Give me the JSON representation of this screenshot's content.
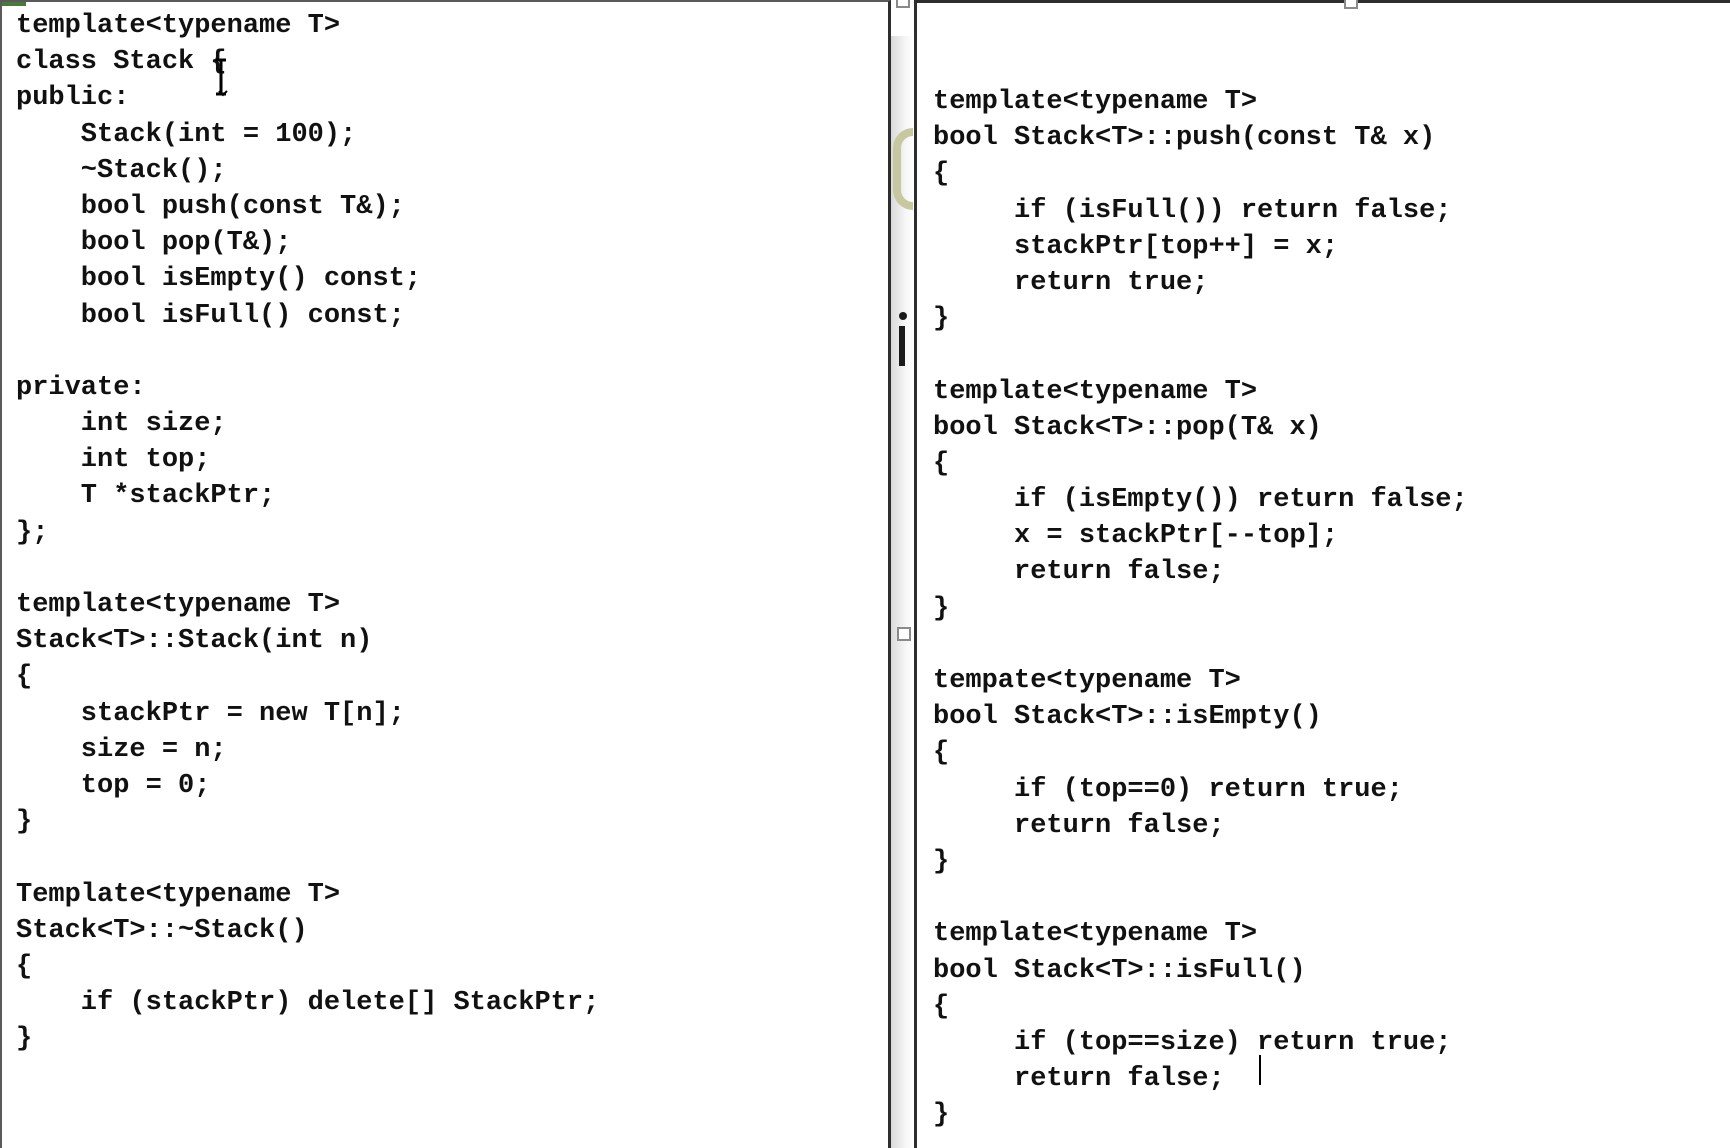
{
  "left_document": {
    "lines": [
      "template<typename T>",
      "class Stack {",
      "public:",
      "    Stack(int = 100);",
      "    ~Stack();",
      "    bool push(const T&);",
      "    bool pop(T&);",
      "    bool isEmpty() const;",
      "    bool isFull() const;",
      "",
      "private:",
      "    int size;",
      "    int top;",
      "    T *stackPtr;",
      "};",
      "",
      "template<typename T>",
      "Stack<T>::Stack(int n)",
      "{",
      "    stackPtr = new T[n];",
      "    size = n;",
      "    top = 0;",
      "}",
      "",
      "Template<typename T>",
      "Stack<T>::~Stack()",
      "{",
      "    if (stackPtr) delete[] StackPtr;",
      "}"
    ]
  },
  "right_document": {
    "lines": [
      "template<typename T>",
      "bool Stack<T>::push(const T& x)",
      "{",
      "     if (isFull()) return false;",
      "     stackPtr[top++] = x;",
      "     return true;",
      "}",
      "",
      "template<typename T>",
      "bool Stack<T>::pop(T& x)",
      "{",
      "     if (isEmpty()) return false;",
      "     x = stackPtr[--top];",
      "     return false;",
      "}",
      "",
      "tempate<typename T>",
      "bool Stack<T>::isEmpty()",
      "{",
      "     if (top==0) return true;",
      "     return false;",
      "}",
      "",
      "template<typename T>",
      "bool Stack<T>::isFull()",
      "{",
      "     if (top==size) return true;",
      "     return false;",
      "}"
    ]
  },
  "colors": {
    "code_text": "#111111",
    "pane_border": "#2e2e2e",
    "background": "#ffffff"
  },
  "icons": {
    "mouse_pointer": "i-beam-cursor-icon",
    "insertion_caret": "text-caret-icon"
  }
}
